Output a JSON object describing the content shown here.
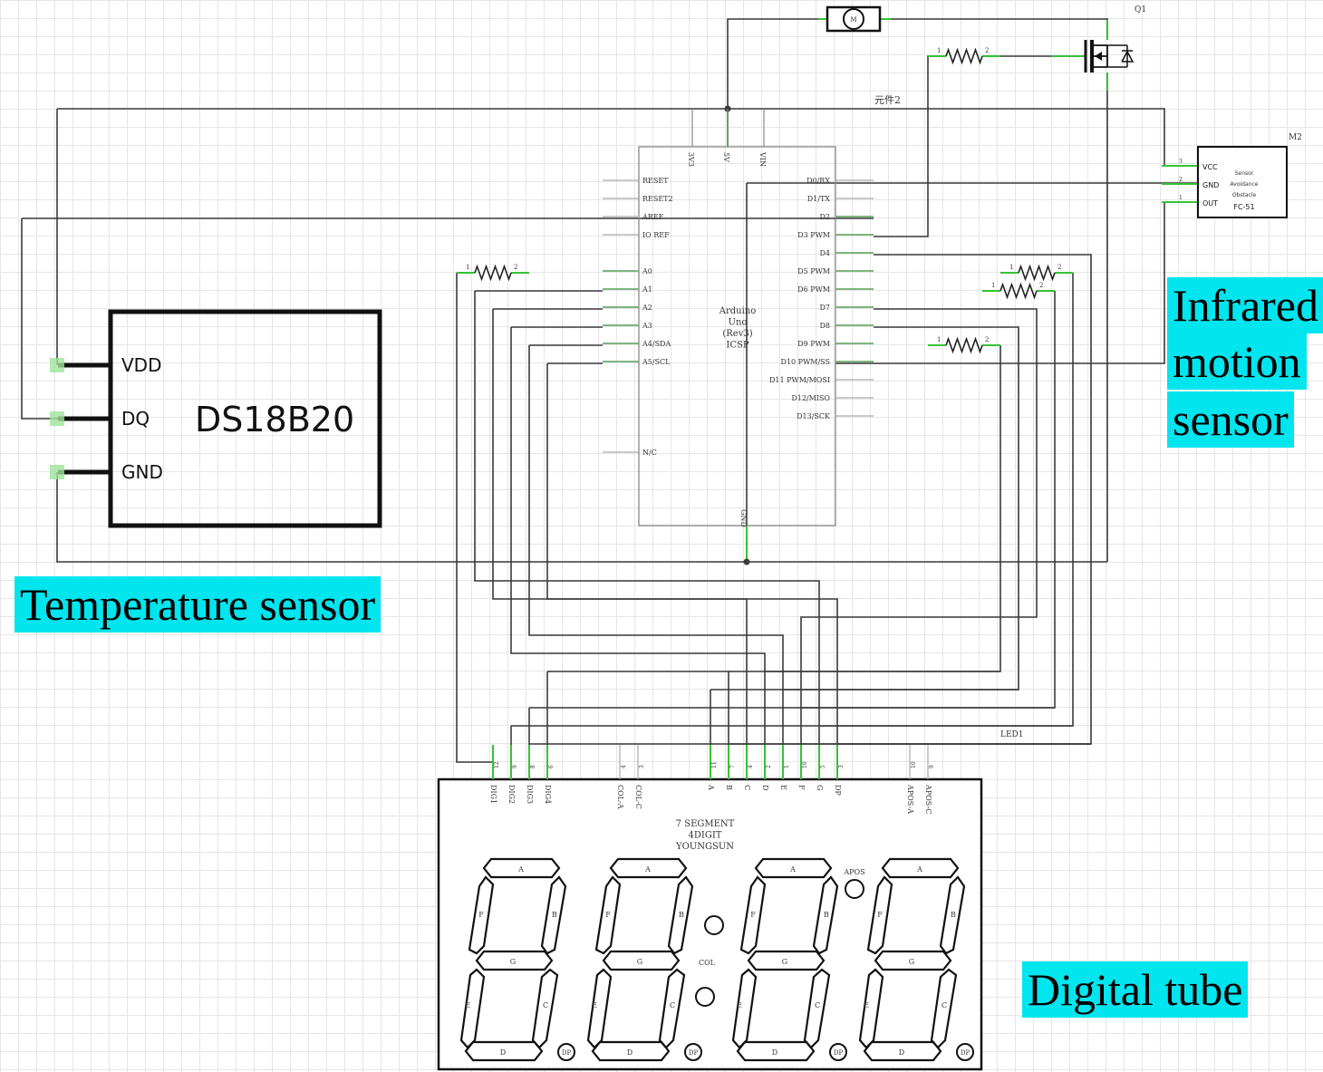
{
  "callouts": {
    "temperature": "Temperature sensor",
    "infrared_lines": [
      "Infrared",
      "motion",
      "sensor"
    ],
    "digital_tube": "Digital tube"
  },
  "ds18b20": {
    "name": "DS18B20",
    "pins": [
      "VDD",
      "DQ",
      "GND"
    ]
  },
  "arduino": {
    "label_lines": [
      "Arduino",
      "Uno",
      "(Rev3)",
      "ICSP"
    ],
    "top_pins": [
      "3V3",
      "5V",
      "VIN"
    ],
    "left_pins": [
      "RESET",
      "RESET2",
      "AREF",
      "IO REF",
      "A0",
      "A1",
      "A2",
      "A3",
      "A4/SDA",
      "A5/SCL",
      "N/C"
    ],
    "right_pins": [
      "D0/RX",
      "D1/TX",
      "D2",
      "D3 PWM",
      "D4",
      "D5 PWM",
      "D6 PWM",
      "D7",
      "D8",
      "D9 PWM",
      "D10 PWM/SS",
      "D11 PWM/MOSI",
      "D12/MISO",
      "D13/SCK"
    ],
    "bottom_pin": "GND"
  },
  "net_label": "元件2",
  "transistor_label": "Q1",
  "motor_symbol": "M",
  "ir_module": {
    "ref": "M2",
    "pins": [
      "VCC",
      "GND",
      "OUT"
    ],
    "pin_numbers": [
      "3",
      "2",
      "1"
    ],
    "desc_lines": [
      "Sensor",
      "Avoidance",
      "Obstacle"
    ],
    "model": "FC-51"
  },
  "led": {
    "ref": "LED1",
    "title_lines": [
      "7 SEGMENT",
      "4DIGIT",
      "YOUNGSUN"
    ],
    "pins": [
      "DIG1",
      "DIG2",
      "DIG3",
      "DIG4",
      "COL-A",
      "COL-C",
      "A",
      "B",
      "C",
      "D",
      "E",
      "F",
      "G",
      "DP",
      "APOS-A",
      "APOS-C"
    ],
    "pin_numbers": [
      "12",
      "9",
      "8",
      "6",
      "4",
      "3",
      "11",
      "7",
      "4",
      "2",
      "1",
      "10",
      "5",
      "3",
      "10",
      "9"
    ],
    "segments": [
      "A",
      "B",
      "C",
      "D",
      "E",
      "F",
      "G"
    ],
    "dp": "DP",
    "col": "COL",
    "apos": "APOS"
  },
  "resistor_pins": [
    "1",
    "2"
  ]
}
